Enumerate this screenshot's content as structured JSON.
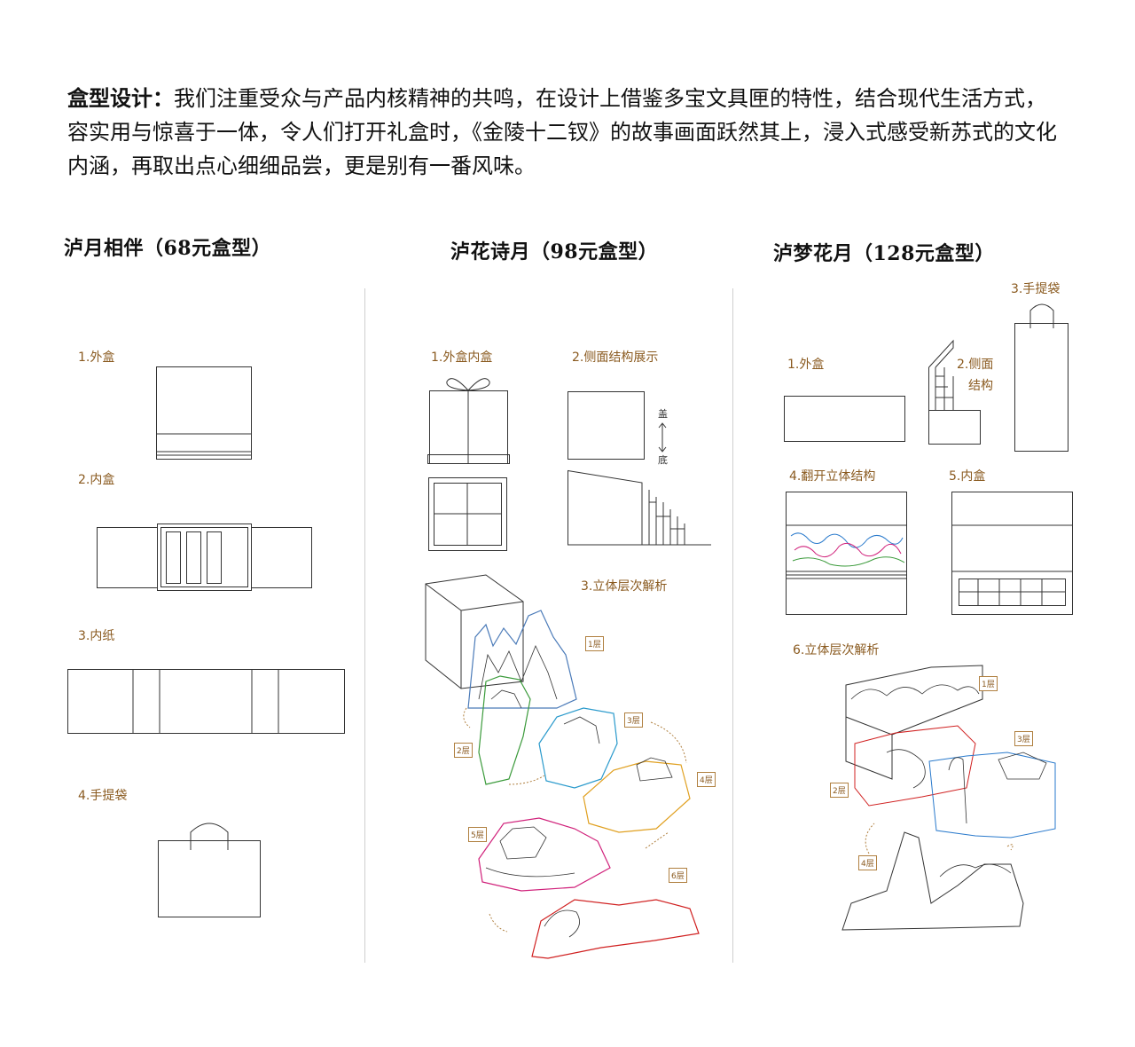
{
  "intro": {
    "heading": "盒型设计：",
    "body": "我们注重受众与产品内核精神的共鸣，在设计上借鉴多宝文具匣的特性，结合现代生活方式，容实用与惊喜于一体，令人们打开礼盒时，《金陵十二钗》的故事画面跃然其上，浸入式感受新苏式的文化内涵，再取出点心细细品尝，更是别有一番风味。"
  },
  "columns": [
    {
      "title": "泸月相伴（68元盒型）",
      "labels": [
        "1.外盒",
        "2.内盒",
        "3.内纸",
        "4.手提袋"
      ]
    },
    {
      "title": "泸花诗月（98元盒型）",
      "labels": [
        "1.外盒内盒",
        "2.侧面结构展示",
        "3.立体层次解析"
      ],
      "lid_label": "盖",
      "base_label": "底",
      "layers": [
        "1层",
        "2层",
        "3层",
        "4层",
        "5层",
        "6层"
      ]
    },
    {
      "title": "泸梦花月（128元盒型）",
      "labels": [
        "1.外盒",
        "2.侧面",
        "结构",
        "3.手提袋",
        "4.翻开立体结构",
        "5.内盒",
        "6.立体层次解析"
      ],
      "layers": [
        "1层",
        "2层",
        "3层",
        "4层"
      ]
    }
  ],
  "colors": {
    "label": "#8a5a1f",
    "line": "#333333",
    "divider": "#cfcfcf",
    "layer_green": "#3a9a3a",
    "layer_blue": "#2a7acc",
    "layer_orange": "#e0a020",
    "layer_pink": "#d0207a",
    "layer_red": "#d02020"
  }
}
